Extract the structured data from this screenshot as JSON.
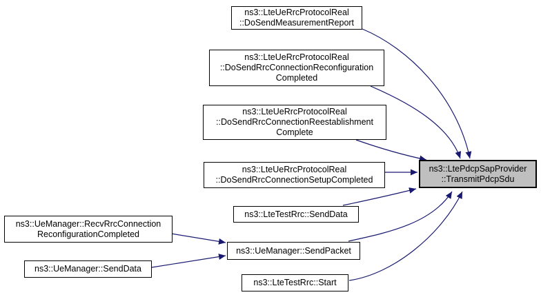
{
  "diagram": {
    "type": "call-graph",
    "background": "#ffffff",
    "edge_color": "#191970",
    "node_border_color": "#000000",
    "node_fill": "#ffffff",
    "target_fill": "#bfbfbf",
    "text_color": "#000000",
    "target_function": "ns3::LtePdcpSapProvider::TransmitPdcpSdu",
    "nodes": [
      {
        "id": "do-send-measurement-report",
        "full_name": "ns3::LteUeRrcProtocolReal::DoSendMeasurementReport",
        "lines": [
          "ns3::LteUeRrcProtocolReal",
          "::DoSendMeasurementReport"
        ]
      },
      {
        "id": "do-send-rrc-connection-reconfiguration-completed",
        "full_name": "ns3::LteUeRrcProtocolReal::DoSendRrcConnectionReconfigurationCompleted",
        "lines": [
          "ns3::LteUeRrcProtocolReal",
          "::DoSendRrcConnectionReconfiguration",
          "Completed"
        ]
      },
      {
        "id": "do-send-rrc-connection-reestablishment-complete",
        "full_name": "ns3::LteUeRrcProtocolReal::DoSendRrcConnectionReestablishmentComplete",
        "lines": [
          "ns3::LteUeRrcProtocolReal",
          "::DoSendRrcConnectionReestablishment",
          "Complete"
        ]
      },
      {
        "id": "do-send-rrc-connection-setup-completed",
        "full_name": "ns3::LteUeRrcProtocolReal::DoSendRrcConnectionSetupCompleted",
        "lines": [
          "ns3::LteUeRrcProtocolReal",
          "::DoSendRrcConnectionSetupCompleted"
        ]
      },
      {
        "id": "lte-test-rrc-send-data",
        "full_name": "ns3::LteTestRrc::SendData",
        "lines": [
          "ns3::LteTestRrc::SendData"
        ]
      },
      {
        "id": "recv-rrc-connection-reconfiguration-completed",
        "full_name": "ns3::UeManager::RecvRrcConnectionReconfigurationCompleted",
        "lines": [
          "ns3::UeManager::RecvRrcConnection",
          "ReconfigurationCompleted"
        ]
      },
      {
        "id": "ue-manager-send-packet",
        "full_name": "ns3::UeManager::SendPacket",
        "lines": [
          "ns3::UeManager::SendPacket"
        ]
      },
      {
        "id": "ue-manager-send-data",
        "full_name": "ns3::UeManager::SendData",
        "lines": [
          "ns3::UeManager::SendData"
        ]
      },
      {
        "id": "lte-test-rrc-start",
        "full_name": "ns3::LteTestRrc::Start",
        "lines": [
          "ns3::LteTestRrc::Start"
        ]
      },
      {
        "id": "transmit-pdcp-sdu",
        "full_name": "ns3::LtePdcpSapProvider::TransmitPdcpSdu",
        "lines": [
          "ns3::LtePdcpSapProvider",
          "::TransmitPdcpSdu"
        ]
      }
    ],
    "edges": [
      {
        "from": "ns3::LteUeRrcProtocolReal::DoSendMeasurementReport",
        "to": "ns3::LtePdcpSapProvider::TransmitPdcpSdu"
      },
      {
        "from": "ns3::LteUeRrcProtocolReal::DoSendRrcConnectionReconfigurationCompleted",
        "to": "ns3::LtePdcpSapProvider::TransmitPdcpSdu"
      },
      {
        "from": "ns3::LteUeRrcProtocolReal::DoSendRrcConnectionReestablishmentComplete",
        "to": "ns3::LtePdcpSapProvider::TransmitPdcpSdu"
      },
      {
        "from": "ns3::LteUeRrcProtocolReal::DoSendRrcConnectionSetupCompleted",
        "to": "ns3::LtePdcpSapProvider::TransmitPdcpSdu"
      },
      {
        "from": "ns3::LteTestRrc::SendData",
        "to": "ns3::LtePdcpSapProvider::TransmitPdcpSdu"
      },
      {
        "from": "ns3::UeManager::SendPacket",
        "to": "ns3::LtePdcpSapProvider::TransmitPdcpSdu"
      },
      {
        "from": "ns3::LteTestRrc::Start",
        "to": "ns3::LtePdcpSapProvider::TransmitPdcpSdu"
      },
      {
        "from": "ns3::UeManager::RecvRrcConnectionReconfigurationCompleted",
        "to": "ns3::UeManager::SendPacket"
      },
      {
        "from": "ns3::UeManager::SendData",
        "to": "ns3::UeManager::SendPacket"
      }
    ]
  }
}
